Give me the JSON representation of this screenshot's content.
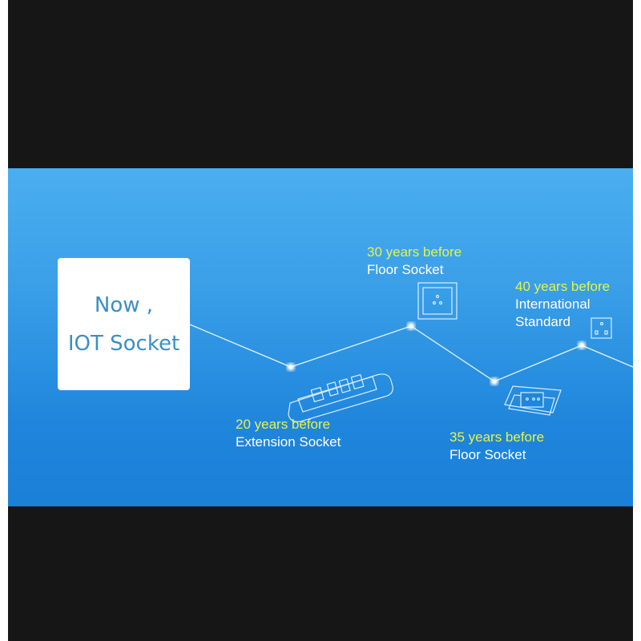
{
  "now_card": {
    "line1": "Now ,",
    "line2": "IOT Socket"
  },
  "milestones": [
    {
      "years": "20 years before",
      "name": "Extension Socket",
      "icon": "extension-socket-icon"
    },
    {
      "years": "30 years before",
      "name": "Floor Socket",
      "icon": "wall-socket-icon"
    },
    {
      "years": "35 years before",
      "name": "Floor Socket",
      "icon": "floor-socket-icon"
    },
    {
      "years": "40 years before",
      "name_line1": "International",
      "name_line2": "Standard",
      "icon": "international-socket-icon"
    }
  ],
  "colors": {
    "accent_year": "#e8f24a",
    "card_text": "#3b8fc4"
  }
}
